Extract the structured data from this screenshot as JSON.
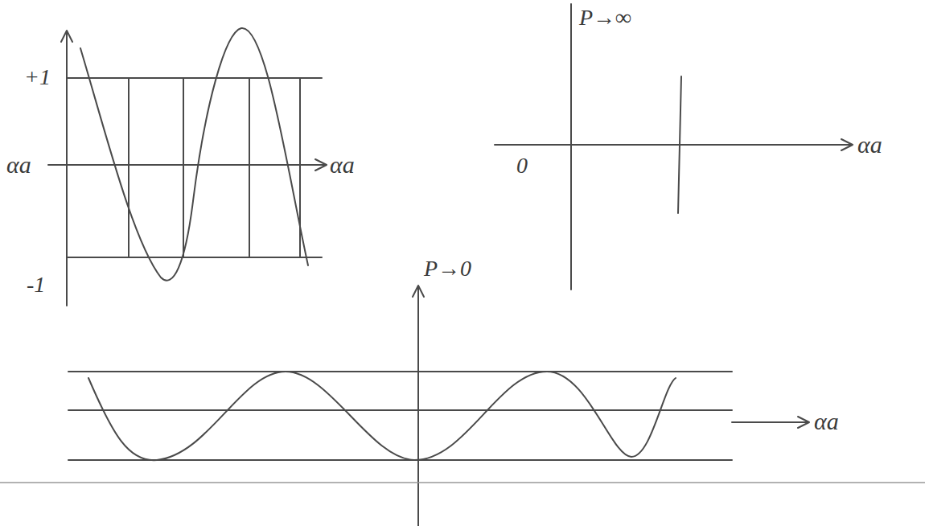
{
  "diagram": {
    "labels": [
      "+1",
      "αa",
      "-1",
      "αa",
      "P→∞",
      "0",
      "αa",
      "P→0",
      "αa"
    ]
  }
}
